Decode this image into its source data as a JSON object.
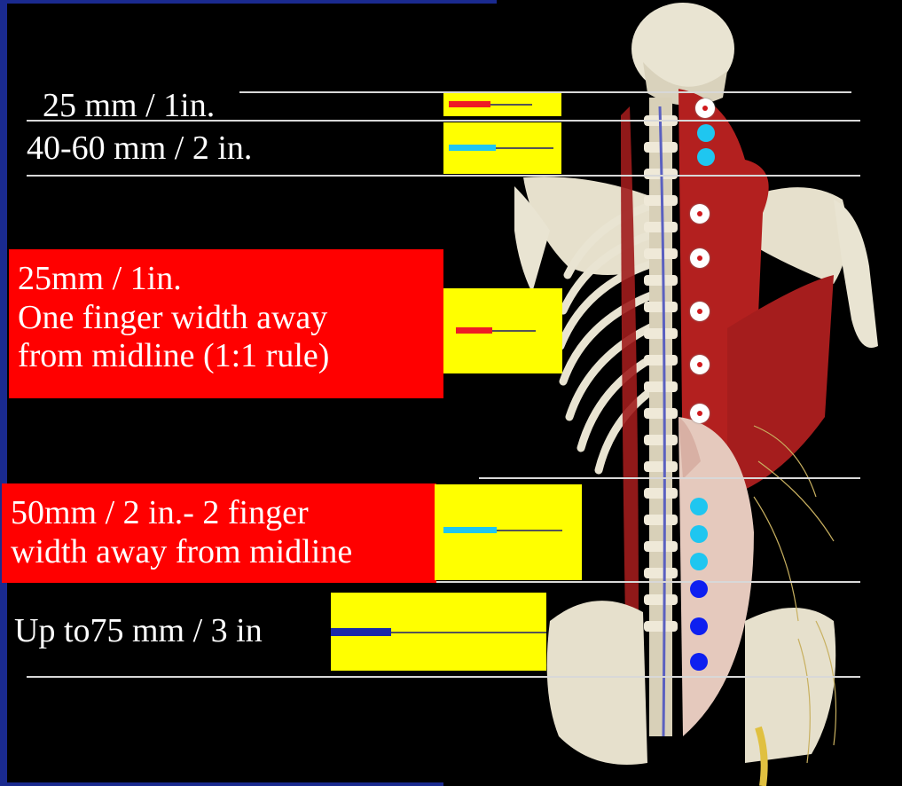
{
  "rows": [
    {
      "label": "25 mm / 1in.",
      "bar_color": "#ee1c25",
      "bar_fraction": 0.5
    },
    {
      "label": "40-60 mm / 2 in.",
      "bar_color": "#1fc6f0",
      "bar_fraction": 0.45
    },
    {
      "label_lines": [
        "25mm / 1in.",
        "One finger width away",
        "from midline (1:1 rule)"
      ],
      "bar_color": "#ee1c25",
      "bar_fraction": 0.45
    },
    {
      "label_lines": [
        "50mm / 2 in.- 2 finger",
        "width away from midline"
      ],
      "bar_color": "#1fc6f0",
      "bar_fraction": 0.45
    },
    {
      "label": "Up to75 mm / 3 in",
      "bar_color": "#1a2aa8",
      "bar_fraction": 0.28
    }
  ],
  "colors": {
    "background": "#000000",
    "label_box": "#ff0000",
    "bar_box": "#ffff00",
    "muscle": "#b3201f",
    "bone": "#e9e4d2",
    "cyan_dot": "#1fc6f0",
    "blue_dot": "#0d1ff0"
  },
  "icons": [
    "needle-depth-bar",
    "injection-point-dot",
    "anatomical-back-illustration"
  ]
}
